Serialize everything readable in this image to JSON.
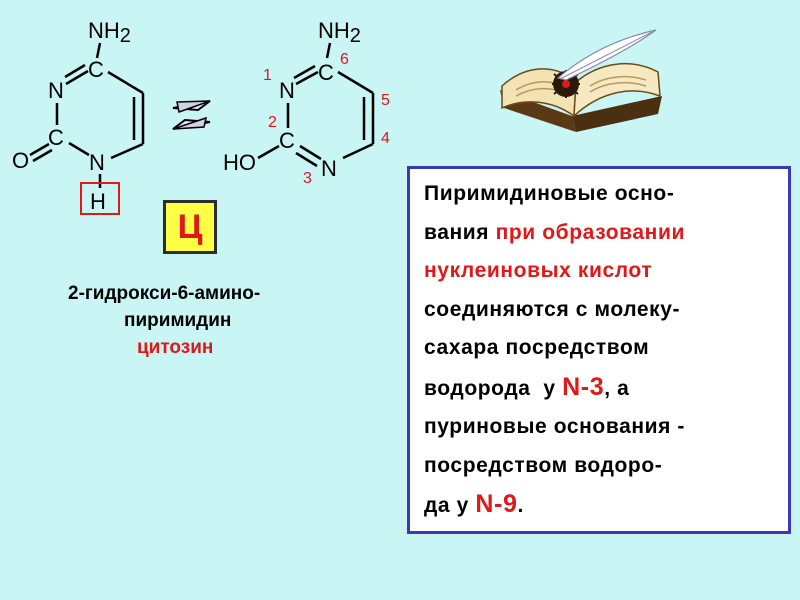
{
  "left_structure": {
    "nh2": "NH2",
    "c_top": "C",
    "n_left": "N",
    "c_left": "C",
    "o": "O",
    "n_bottom": "N",
    "h": "H"
  },
  "right_structure": {
    "nh2": "NH2",
    "c_top": "C",
    "n1": "N",
    "c2": "C",
    "ho": "HO",
    "n3": "N",
    "positions": [
      "1",
      "2",
      "3",
      "4",
      "5",
      "6"
    ]
  },
  "symbol": "Ц",
  "caption": {
    "line1": "2-гидрокси-6-амино-",
    "line2": "пиримидин",
    "line3": "цитозин"
  },
  "textbox": {
    "p1": "Пиримидиновые осно-",
    "p2": "вания ",
    "p2_red": "при образовании",
    "p3_red": "нуклеиновых кислот",
    "p4": "соединяются с молеку-",
    "p5": "сахара посредством",
    "p6": "водорода  у ",
    "p6_red": "N-3",
    "p6_end": ", а",
    "p7": "пуриновые основания -",
    "p8": "посредством водоро-",
    "p9": "да у ",
    "p9_red": "N-9",
    "p9_end": "."
  },
  "colors": {
    "background": "#c9f5f5",
    "accent_red": "#e01818",
    "label_box": "#ffff44",
    "text_border": "#3a3ab8"
  },
  "icons": [
    "book-icon",
    "feather-icon",
    "equilibrium-arrows-icon"
  ]
}
